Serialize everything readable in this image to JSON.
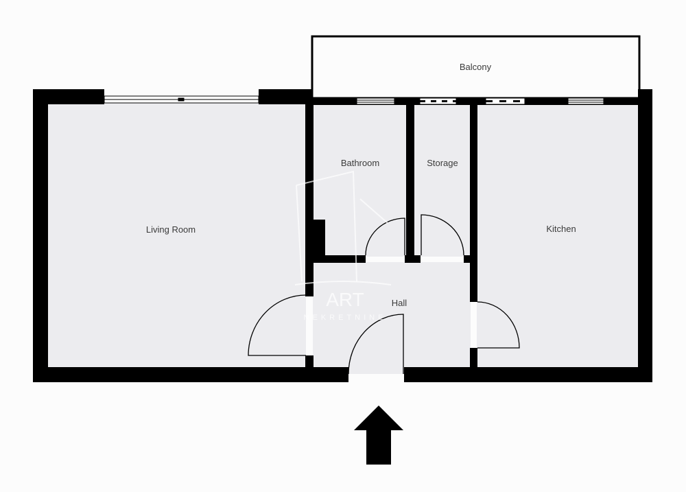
{
  "rooms": {
    "balcony": "Balcony",
    "living_room": "Living Room",
    "bathroom": "Bathroom",
    "storage": "Storage",
    "kitchen": "Kitchen",
    "hall": "Hall"
  },
  "watermark": {
    "line1": "ART",
    "line2": "NEKRETNINE"
  },
  "colors": {
    "wall": "#000000",
    "floor": "#ececef",
    "background": "#fcfcfc"
  },
  "entrance_icon": "arrow-up-icon"
}
